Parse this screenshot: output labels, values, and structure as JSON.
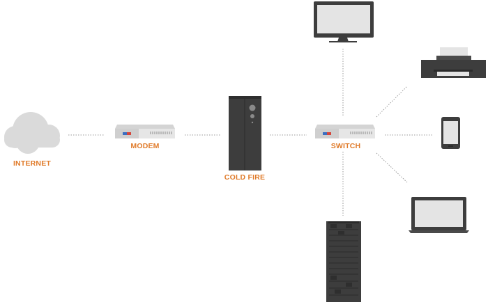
{
  "nodes": {
    "internet": {
      "label": "INTERNET",
      "icon": "cloud-icon"
    },
    "modem": {
      "label": "MODEM",
      "icon": "modem-icon"
    },
    "firewall": {
      "label": "COLD FIRE",
      "icon": "firewall-tower-icon"
    },
    "switch": {
      "label": "SWITCH",
      "icon": "network-switch-icon"
    },
    "monitor": {
      "icon": "monitor-icon"
    },
    "printer": {
      "icon": "printer-icon"
    },
    "phone": {
      "icon": "smartphone-icon"
    },
    "laptop": {
      "icon": "laptop-icon"
    },
    "server": {
      "icon": "server-rack-icon"
    }
  },
  "colors": {
    "label": "#e07b2a",
    "device_dark": "#3d3d3d",
    "device_light": "#e4e4e4",
    "cloud": "#dadada",
    "connector": "#9a9a9a",
    "port_blue": "#3b6fc1",
    "port_red": "#d6453a"
  }
}
